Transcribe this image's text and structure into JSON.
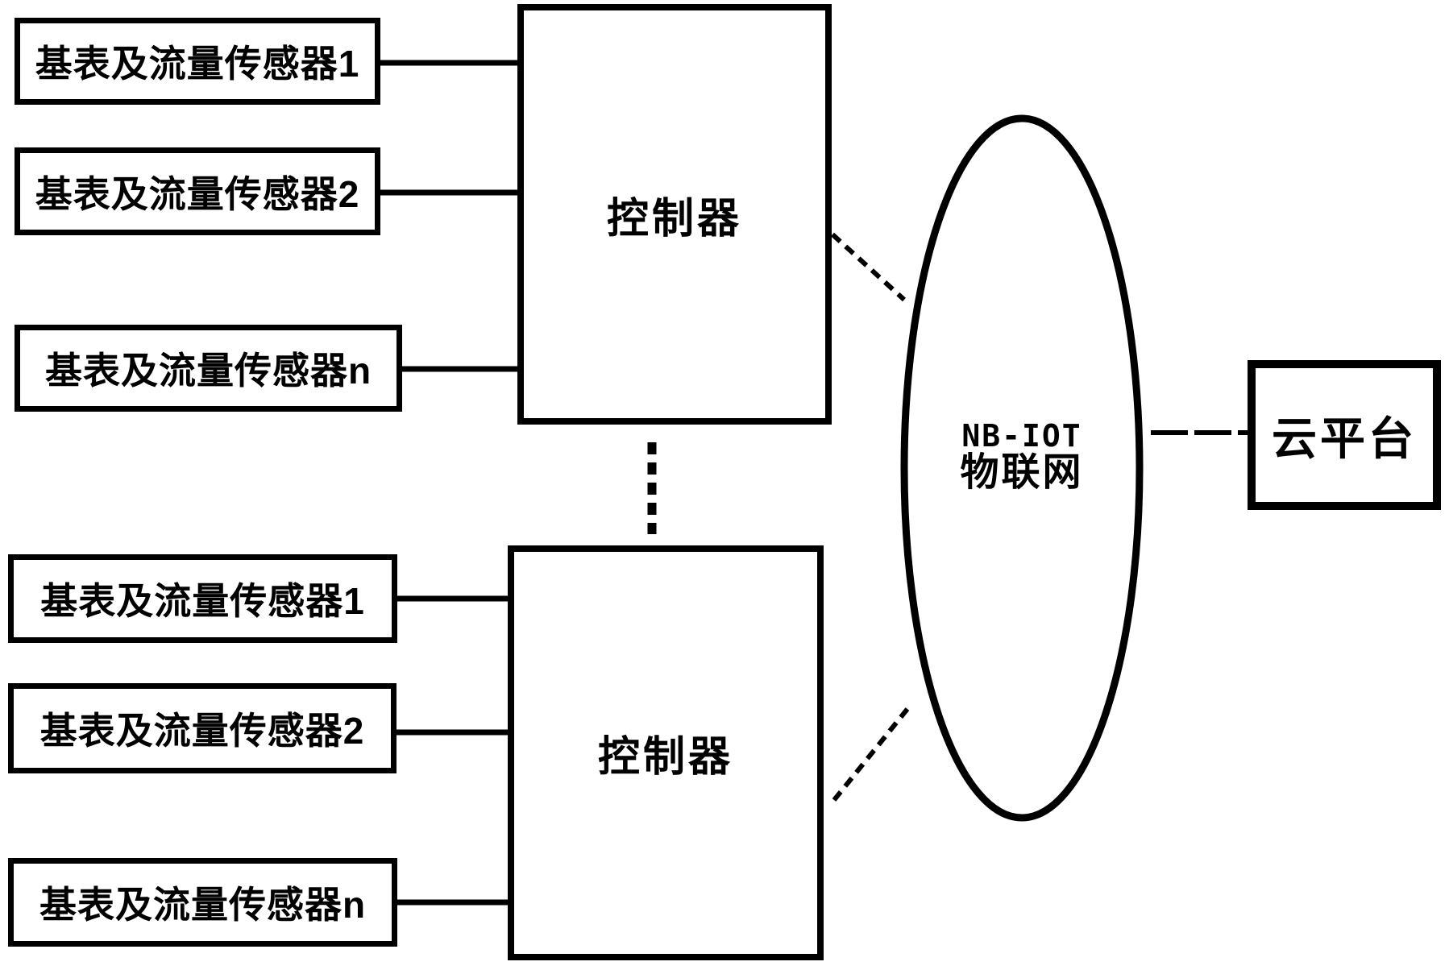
{
  "diagram": {
    "title": "NB-IOT water meter system architecture figure",
    "colors": {
      "stroke": "#000000",
      "background": "#ffffff"
    },
    "top_group": {
      "sensors": [
        {
          "label": "基表及流量传感器1"
        },
        {
          "label": "基表及流量传感器2"
        },
        {
          "label": "基表及流量传感器n"
        }
      ],
      "controller_label": "控制器"
    },
    "bottom_group": {
      "sensors": [
        {
          "label": "基表及流量传感器1"
        },
        {
          "label": "基表及流量传感器2"
        },
        {
          "label": "基表及流量传感器n"
        }
      ],
      "controller_label": "控制器"
    },
    "network": {
      "line1": "NB-IOT",
      "line2": "物联网"
    },
    "cloud_label": "云平台"
  }
}
